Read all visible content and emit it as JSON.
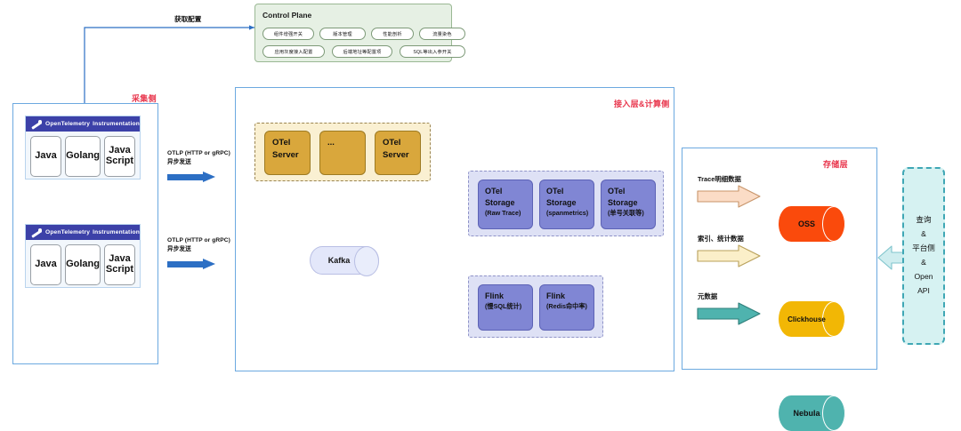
{
  "labels": {
    "fetch_config": "获取配置",
    "collector_side": "采集侧",
    "ingest_compute_side": "接入层&计算侧",
    "storage_layer": "存储层"
  },
  "control_plane": {
    "title": "Control Plane",
    "row1": [
      "组件增强开关",
      "版本管理",
      "性能剖析",
      "流量染色"
    ],
    "row2": [
      "应用灰度接入配置",
      "后端地址等配置项",
      "SQL等出入参开关"
    ]
  },
  "instrumentation": {
    "brand": "OpenTelemetry",
    "suffix": "Instrumentation",
    "languages": [
      "Java",
      "Golang",
      "Java Script"
    ],
    "lang1": "Java",
    "lang2": "Golang",
    "lang3a": "Java",
    "lang3b": "Script"
  },
  "transport": {
    "protocol": "OTLP (HTTP or gRPC)",
    "mode": "异步发送"
  },
  "otel_servers": {
    "node1a": "OTel",
    "node1b": "Server",
    "ellipsis": "...",
    "node3a": "OTel",
    "node3b": "Server"
  },
  "kafka": {
    "label": "Kafka"
  },
  "otel_storage": [
    {
      "line1": "OTel",
      "line2": "Storage",
      "sub": "(Raw Trace)"
    },
    {
      "line1": "OTel",
      "line2": "Storage",
      "sub": "(spanmetrics)"
    },
    {
      "line1": "OTel",
      "line2": "Storage",
      "sub": "(单号关联等)"
    }
  ],
  "flink": [
    {
      "line1": "Flink",
      "sub": "(慢SQL统计)"
    },
    {
      "line1": "Flink",
      "sub": "(Redis命中率)"
    }
  ],
  "storage": {
    "rows": [
      {
        "caption": "Trace明细数据",
        "db": "OSS",
        "color": "#FA4A0C",
        "arrow_fill": "#FBDCC6",
        "arrow_stroke": "#C8956A"
      },
      {
        "caption": "索引、统计数据",
        "db": "Clickhouse",
        "color": "#F2B705",
        "arrow_fill": "#FBEFC9",
        "arrow_stroke": "#B9A05A"
      },
      {
        "caption": "元数据",
        "db": "Nebula",
        "color": "#4FB3AE",
        "arrow_fill": "#4FB3AE",
        "arrow_stroke": "#2F7F7B"
      }
    ],
    "cap0": "Trace明细数据",
    "cap1": "索引、统计数据",
    "cap2": "元数据",
    "db0": "OSS",
    "db1": "Clickhouse",
    "db2": "Nebula"
  },
  "query_panel": {
    "l1": "查询",
    "l2": "&",
    "l3": "平台侧",
    "l4": "&",
    "l5": "Open",
    "l6": "API"
  },
  "colors": {
    "panel_border": "#6CA9E0",
    "red_label": "#E8334A",
    "gold_node": "#D9A73C",
    "blue_node": "#8086D4",
    "control_plane_bg": "#E6F0E4",
    "blue_arrow": "#2C6FC4",
    "cyan_panel": "#D6F2F2"
  }
}
